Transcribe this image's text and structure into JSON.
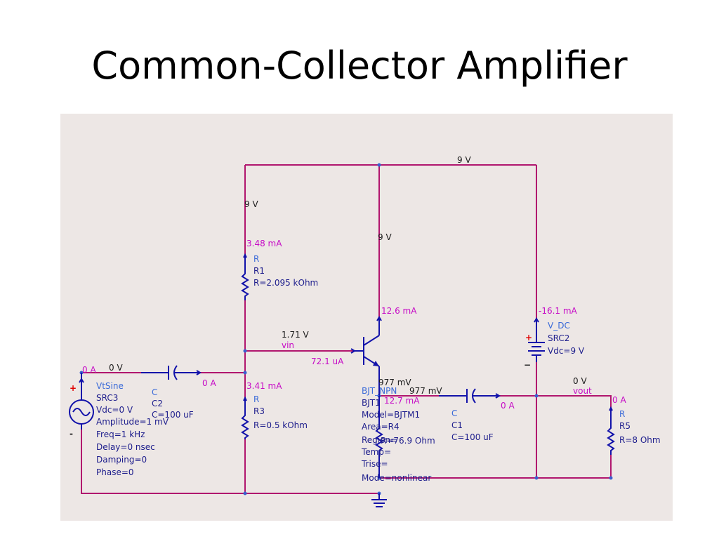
{
  "slide": {
    "title": "Common-Collector Amplifier"
  },
  "nodes": {
    "vcc_top": "9 V",
    "r1_top": "9 V",
    "collector": "9 V",
    "base_v": "1.71 V",
    "base_name": "vin",
    "src_node": "0 V",
    "emitter_v": "977 mV",
    "emitter_v2": "977 mV",
    "out_v": "0 V",
    "out_name": "vout"
  },
  "currents": {
    "r1": "3.48 mA",
    "r3": "3.41 mA",
    "collector": "12.6 mA",
    "base": "72.1 uA",
    "emitter": "12.7 mA",
    "vdc": "-16.1 mA",
    "src3": "0 A",
    "c2": "0 A",
    "c1": "0 A",
    "r5": "0 A"
  },
  "components": {
    "r1": {
      "type": "R",
      "name": "R1",
      "value": "R=2.095 kOhm"
    },
    "r3": {
      "type": "R",
      "name": "R3",
      "value": "R=0.5 kOhm"
    },
    "r5": {
      "type": "R",
      "name": "R5",
      "value": "R=8 Ohm"
    },
    "r4": {
      "value": "R=76.9 Ohm"
    },
    "c2": {
      "type": "C",
      "name": "C2",
      "value": "C=100 uF"
    },
    "c1": {
      "type": "C",
      "name": "C1",
      "value": "C=100 uF"
    },
    "vdc": {
      "type": "V_DC",
      "name": "SRC2",
      "value": "Vdc=9 V",
      "plus": "+",
      "minus": "−"
    },
    "vsine": {
      "type": "VtSine",
      "name": "SRC3",
      "plus": "+",
      "minus": "-",
      "lines": [
        "Vdc=0 V",
        "Amplitude=1 mV",
        "Freq=1 kHz",
        "Delay=0 nsec",
        "Damping=0",
        "Phase=0"
      ]
    },
    "bjt": {
      "type": "BJT_NPN",
      "name": "BJT1",
      "lines": [
        "Model=BJTM1",
        "Area=R4",
        "Region=",
        "Temp=",
        "Trise=",
        "Mode=nonlinear"
      ]
    }
  }
}
